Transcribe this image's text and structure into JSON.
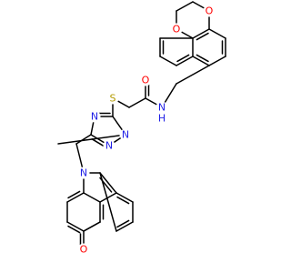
{
  "molecule": {
    "colors": {
      "bond": "#000000",
      "N": "#1f1fe6",
      "O": "#ff0000",
      "S": "#b39a00",
      "C": "#000000"
    },
    "atoms": [
      {
        "id": "O1",
        "symbol": "O",
        "label": "O",
        "tone": "O"
      },
      {
        "id": "O2",
        "symbol": "O",
        "label": "O",
        "tone": "O"
      },
      {
        "id": "O3",
        "symbol": "O",
        "label": "O",
        "tone": "O"
      },
      {
        "id": "O4",
        "symbol": "O",
        "label": "O",
        "tone": "O"
      },
      {
        "id": "N1",
        "symbol": "N",
        "label": "N",
        "tone": "N"
      },
      {
        "id": "H1",
        "symbol": "H",
        "label": "H",
        "tone": "N"
      },
      {
        "id": "S1",
        "symbol": "S",
        "label": "S",
        "tone": "S"
      },
      {
        "id": "N2",
        "symbol": "N",
        "label": "N",
        "tone": "N"
      },
      {
        "id": "N3",
        "symbol": "N",
        "label": "N",
        "tone": "N"
      },
      {
        "id": "N4",
        "symbol": "N",
        "label": "N",
        "tone": "N"
      },
      {
        "id": "N5",
        "symbol": "N",
        "label": "N",
        "tone": "N"
      }
    ]
  }
}
